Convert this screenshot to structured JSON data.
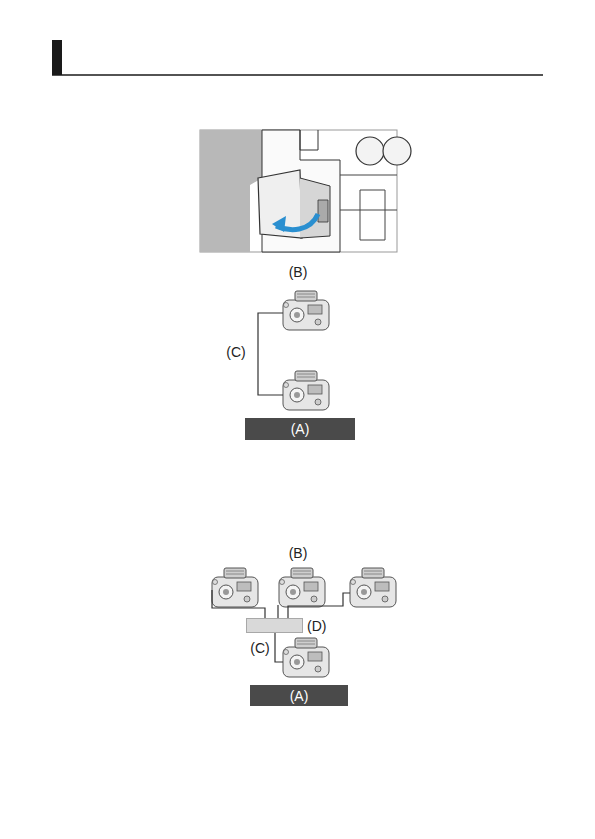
{
  "diagram": {
    "nodes": [
      {
        "text": [
          "(A)"
        ]
      },
      {
        "text": [
          "(D)"
        ]
      },
      {
        "text": [
          "(A)"
        ]
      }
    ],
    "labels": [
      "(B)",
      "(C)",
      "(B)",
      "(C)"
    ]
  }
}
